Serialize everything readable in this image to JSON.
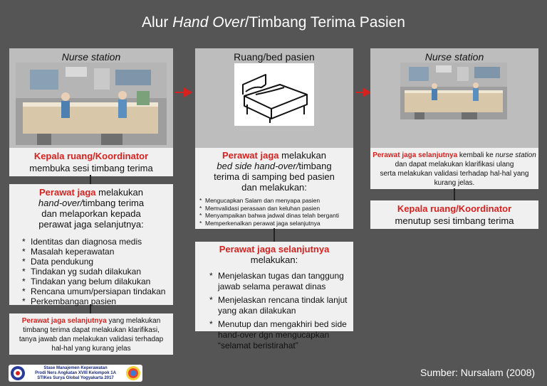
{
  "title": {
    "prefix": "Alur ",
    "italic": "Hand Over",
    "suffix": "/Timbang Terima Pasien"
  },
  "panel1": {
    "title": "Nurse station",
    "box1": {
      "red": "Kepala ruang/Koordinator",
      "text": "membuka sesi timbang terima"
    },
    "box2": {
      "red": "Perawat jaga",
      "t1": " melakukan",
      "italic": "hand-over/",
      "t2": "timbang terima",
      "t3": "dan melaporkan kepada",
      "t4": "perawat jaga selanjutnya:"
    },
    "list": [
      "Identitas dan diagnosa medis",
      "Masalah keperawatan",
      "Data pendukung",
      "Tindakan yg sudah dilakukan",
      "Tindakan yang belum dilakukan",
      "Rencana umum/persiapan tindakan",
      "Perkembangan pasien"
    ],
    "box3": {
      "red": "Perawat jaga selanjutnya",
      "t1": " yang melakukan",
      "t2": "timbang terima dapat melakukan klarifikasi,",
      "t3": "tanya jawab dan melakukan validasi terhadap",
      "t4": "hal-hal yang kurang jelas"
    }
  },
  "panel2": {
    "title": "Ruang/bed pasien",
    "box1": {
      "red": "Perawat jaga",
      "t1": " melakukan",
      "italic": "bed side hand-over/",
      "t2": "timbang",
      "t3": "terima di samping bed pasien",
      "t4": "dan melakukan:"
    },
    "list": [
      "Mengucapkan Salam dan menyapa pasien",
      "Memvalidasi perasaan dan keluhan pasien",
      "Menyampaikan bahwa jadwal dinas telah berganti",
      "Memperkenalkan perawat jaga selanjutnya"
    ],
    "box2": {
      "red": "Perawat jaga selanjutnya",
      "t1": " melakukan:"
    },
    "list2": [
      {
        "l1": "Menjelaskan tugas dan tanggung",
        "l2": "jawab selama perawat dinas"
      },
      {
        "l1": "Menjelaskan rencana tindak lanjut",
        "l2": "yang akan dilakukan"
      },
      {
        "l1": "Menutup dan mengakhiri bed side",
        "l2": "hand-over dgn mengucapkan",
        "l3": "“selamat beristirahat”"
      }
    ]
  },
  "panel3": {
    "title": "Nurse station",
    "box1": {
      "red": "Perawat jaga selanjutnya",
      "t1": " kembali ke ",
      "italic": "nurse station",
      "t2": " dan dapat melakukan klarifikasi ulang",
      "t3": "serta melakukan validasi terhadap hal-hal yang",
      "t4": "kurang jelas."
    },
    "box2": {
      "red": "Kepala ruang/Koordinator",
      "text": "menutup sesi timbang terima"
    }
  },
  "footer": {
    "logo_lines": [
      "Stase Manajemen Keperawatan",
      "Prodi Ners Angkatan XVIII Kelompok 1A",
      "STIKes Surya Global Yogyakarta 2017"
    ],
    "source": "Sumber: Nursalam (2008)"
  },
  "colors": {
    "background": "#555555",
    "panel": "#bdbdbd",
    "box": "#f0f0f0",
    "accent_red": "#d6221f"
  }
}
